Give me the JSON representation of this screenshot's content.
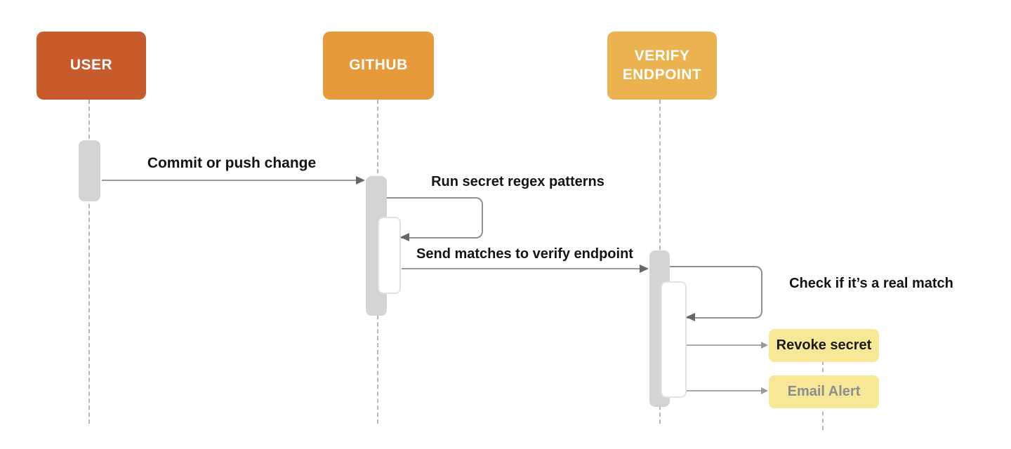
{
  "diagram": {
    "type": "sequence",
    "actors": [
      {
        "id": "user",
        "label": "USER",
        "color": "#c75b2b"
      },
      {
        "id": "github",
        "label": "GITHUB",
        "color": "#e79a3c"
      },
      {
        "id": "verify",
        "label": "VERIFY ENDPOINT",
        "color": "#eab350"
      }
    ],
    "messages": [
      {
        "from": "user",
        "to": "github",
        "kind": "arrow",
        "label": "Commit or push change"
      },
      {
        "from": "github",
        "to": "github",
        "kind": "self-loop",
        "label": "Run secret regex patterns"
      },
      {
        "from": "github",
        "to": "verify",
        "kind": "arrow",
        "label": "Send matches to verify endpoint"
      },
      {
        "from": "verify",
        "to": "verify",
        "kind": "self-loop",
        "label": "Check if it’s a real match"
      },
      {
        "from": "verify",
        "to": "revoke-note",
        "kind": "arrow",
        "label": ""
      },
      {
        "from": "verify",
        "to": "email-note",
        "kind": "arrow",
        "label": ""
      }
    ],
    "notes": [
      {
        "id": "revoke-note",
        "label": "Revoke secret",
        "text_color": "#1a1a1a"
      },
      {
        "id": "email-note",
        "label": "Email Alert",
        "text_color": "#8d8d8d"
      }
    ],
    "colors": {
      "actor_user": "#c75b2b",
      "actor_github": "#e79a3c",
      "actor_verify": "#eab350",
      "note_background": "#f7e897",
      "activation_bar": "#d4d4d4",
      "sub_activation_bar": "#ffffff",
      "line": "#9a9a9a",
      "arrowhead": "#666666",
      "lifeline_dash": "#b8b8b8",
      "label_text": "#141414",
      "note_muted_text": "#8d8d8d"
    }
  }
}
